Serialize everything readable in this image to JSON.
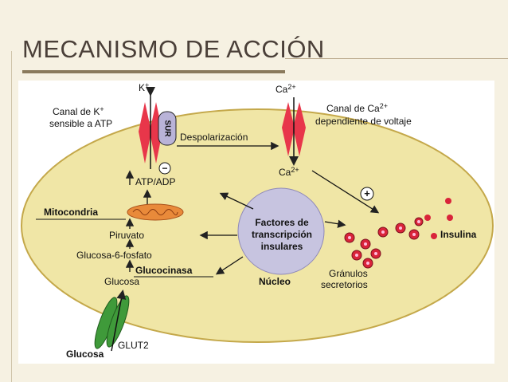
{
  "slide": {
    "title": "MECANISMO DE ACCIÓN"
  },
  "diagram": {
    "k_ion": "K",
    "k_plus": "+",
    "k_channel_label": [
      "Canal de K",
      "sensible a ATP"
    ],
    "k_channel_sup": "+",
    "sur": "SUR",
    "depolarization": "Despolarización",
    "ca_ion_top": "Ca",
    "ca_ion_top_sup": "2+",
    "ca_channel_label": [
      "Canal de Ca",
      "dependiente de voltaje"
    ],
    "ca_channel_sup": "2+",
    "ca_ion_inside": "Ca",
    "ca_ion_inside_sup": "2+",
    "minus_sign": "−",
    "plus_sign": "+",
    "atp_adp": "ATP/ADP",
    "mitochondria": "Mitocondria",
    "pyruvate": "Piruvato",
    "glucose6p": "Glucosa-6-fosfato",
    "glucokinase": "Glucocinasa",
    "glucose_inside": "Glucosa",
    "glut2": "GLUT2",
    "glucose_outside": "Glucosa",
    "nucleus_lines": [
      "Factores de",
      "transcripción",
      "insulares"
    ],
    "nucleus": "Núcleo",
    "granules": [
      "Gránulos",
      "secretorios"
    ],
    "insulin": "Insulina"
  },
  "colors": {
    "cell_fill": "#f0e6a6",
    "cell_border": "#c4a84a",
    "channel_red": "#e8364a",
    "granule_red": "#d9243a",
    "nucleus_fill": "#c7c4e0",
    "mito_orange": "#e98a3a",
    "glut_green": "#3f9a3a",
    "title_rule": "#8a7a5c"
  }
}
